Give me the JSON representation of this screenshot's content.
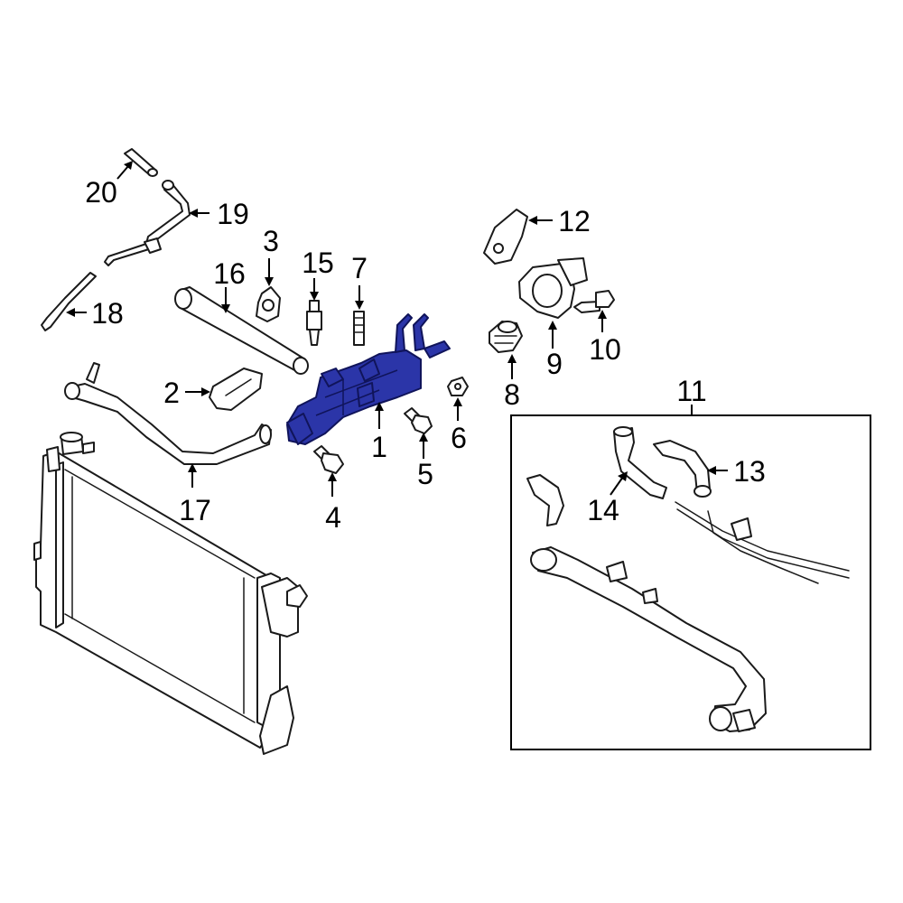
{
  "diagram": {
    "highlight_color": "#2b35a8",
    "callouts": [
      {
        "id": "1",
        "label": "1"
      },
      {
        "id": "2",
        "label": "2"
      },
      {
        "id": "3",
        "label": "3"
      },
      {
        "id": "4",
        "label": "4"
      },
      {
        "id": "5",
        "label": "5"
      },
      {
        "id": "6",
        "label": "6"
      },
      {
        "id": "7",
        "label": "7"
      },
      {
        "id": "8",
        "label": "8"
      },
      {
        "id": "9",
        "label": "9"
      },
      {
        "id": "10",
        "label": "10"
      },
      {
        "id": "11",
        "label": "11"
      },
      {
        "id": "12",
        "label": "12"
      },
      {
        "id": "13",
        "label": "13"
      },
      {
        "id": "14",
        "label": "14"
      },
      {
        "id": "15",
        "label": "15"
      },
      {
        "id": "16",
        "label": "16"
      },
      {
        "id": "17",
        "label": "17"
      },
      {
        "id": "18",
        "label": "18"
      },
      {
        "id": "19",
        "label": "19"
      },
      {
        "id": "20",
        "label": "20"
      }
    ]
  }
}
